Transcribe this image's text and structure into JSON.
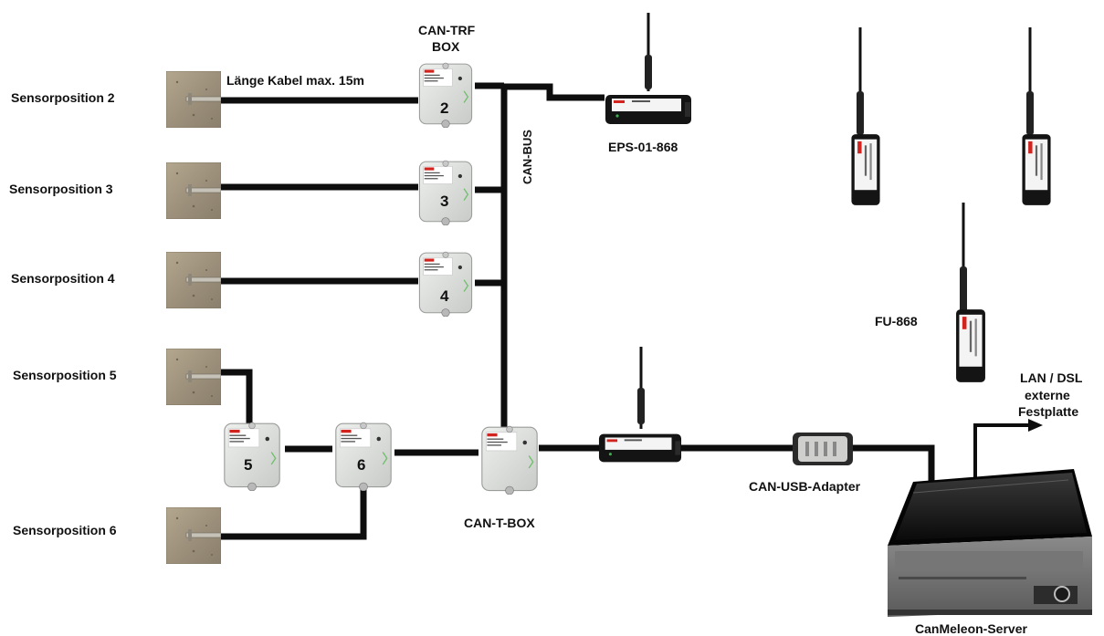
{
  "sensor_labels": {
    "s2": "Sensorposition 2",
    "s3": "Sensorposition 3",
    "s4": "Sensorposition 4",
    "s5": "Sensorposition 5",
    "s6": "Sensorposition 6"
  },
  "box_numbers": {
    "b2": "2",
    "b3": "3",
    "b4": "4",
    "b5": "5",
    "b6": "6"
  },
  "labels": {
    "cable_length": "Länge Kabel max. 15m",
    "can_trf_box_line1": "CAN-TRF",
    "can_trf_box_line2": "BOX",
    "can_bus": "CAN-BUS",
    "eps": "EPS-01-868",
    "fu": "FU-868",
    "can_t_box": "CAN-T-BOX",
    "can_usb_adapter": "CAN-USB-Adapter",
    "lan_line1": "LAN / DSL",
    "lan_line2": "externe",
    "lan_line3": "Festplatte",
    "server": "CanMeleon-Server"
  },
  "colors": {
    "cable": "#0d0d0d",
    "box_body": "#dfe1df",
    "sensor_wall": "#a69a86",
    "device_body": "#151515",
    "label_tag": "#d2231e"
  }
}
